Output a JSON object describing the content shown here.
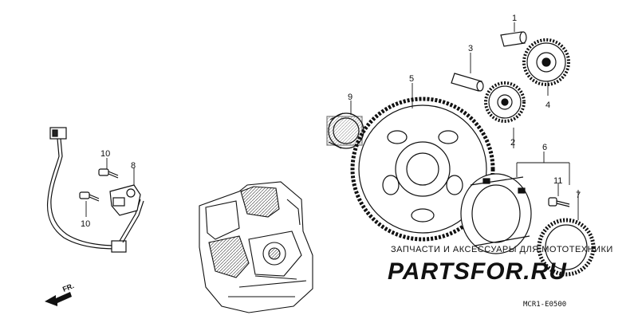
{
  "diagram": {
    "part_labels": [
      {
        "number": "1"
      },
      {
        "number": "2"
      },
      {
        "number": "3"
      },
      {
        "number": "4"
      },
      {
        "number": "5"
      },
      {
        "number": "6"
      },
      {
        "number": "7"
      },
      {
        "number": "8"
      },
      {
        "number": "9"
      },
      {
        "number": "10"
      },
      {
        "number": "10"
      },
      {
        "number": "11"
      }
    ],
    "direction_marker": "FR.",
    "diagram_code": "MCR1-E0500",
    "watermark": {
      "line1": "ЗАПЧАСТИ И АКСЕССУАРЫ ДЛЯ МОТОТЕХНИКИ",
      "line2": "PARTSFOR.RU",
      "color": "#e8506a"
    }
  }
}
